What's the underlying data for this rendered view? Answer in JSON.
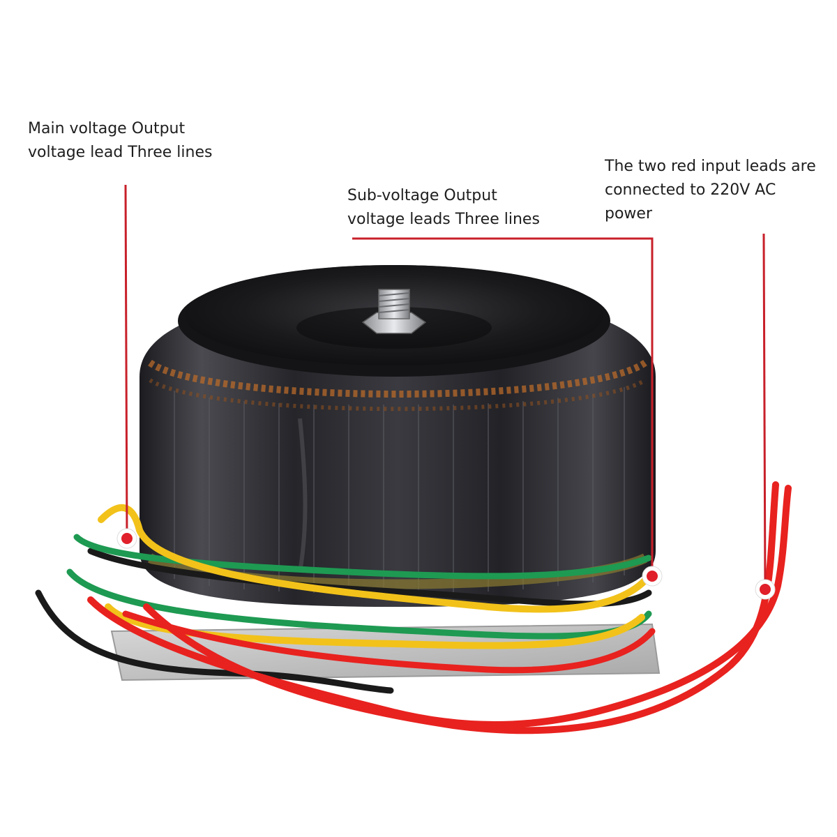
{
  "callouts": {
    "main_output": {
      "line1": "Main voltage Output",
      "line2": "voltage lead Three lines"
    },
    "sub_output": {
      "line1": "Sub-voltage Output",
      "line2": "voltage leads Three lines"
    },
    "red_input": {
      "line1": "The two red input leads are",
      "line2": "connected to 220V AC",
      "line3": "power"
    }
  },
  "colors": {
    "leader_line": "#c8202a",
    "marker": "#e0202a",
    "wire_red": "#e8221f",
    "wire_yellow": "#f2c21a",
    "wire_green": "#1e9a52",
    "wire_black": "#1a1a1a",
    "core_body": "#2a2a2e",
    "copper": "#b86a2a"
  }
}
